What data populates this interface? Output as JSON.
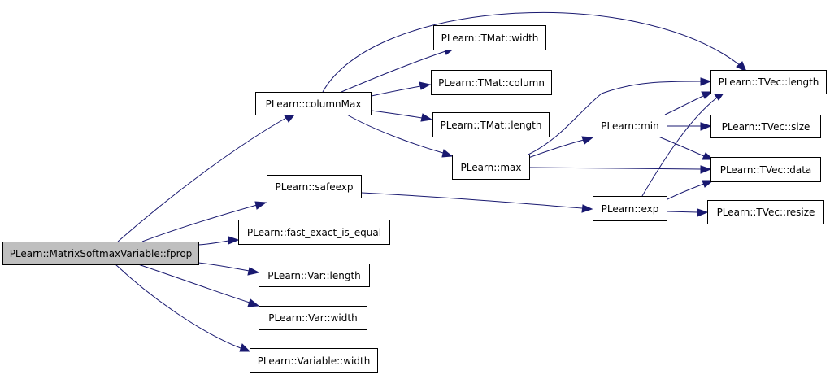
{
  "graph": {
    "colors": {
      "edge": "#191970",
      "root_fill": "#bfbfbf",
      "node_fill": "#ffffff",
      "border": "#000000"
    },
    "nodes": {
      "root": "PLearn::MatrixSoftmaxVariable::fprop",
      "columnMax": "PLearn::columnMax",
      "safeexp": "PLearn::safeexp",
      "fast_exact_is_equal": "PLearn::fast_exact_is_equal",
      "var_length": "PLearn::Var::length",
      "var_width": "PLearn::Var::width",
      "variable_width": "PLearn::Variable::width",
      "tmat_width": "PLearn::TMat::width",
      "tmat_column": "PLearn::TMat::column",
      "tmat_length": "PLearn::TMat::length",
      "max": "PLearn::max",
      "min": "PLearn::min",
      "exp": "PLearn::exp",
      "tvec_length": "PLearn::TVec::length",
      "tvec_size": "PLearn::TVec::size",
      "tvec_data": "PLearn::TVec::data",
      "tvec_resize": "PLearn::TVec::resize"
    }
  }
}
